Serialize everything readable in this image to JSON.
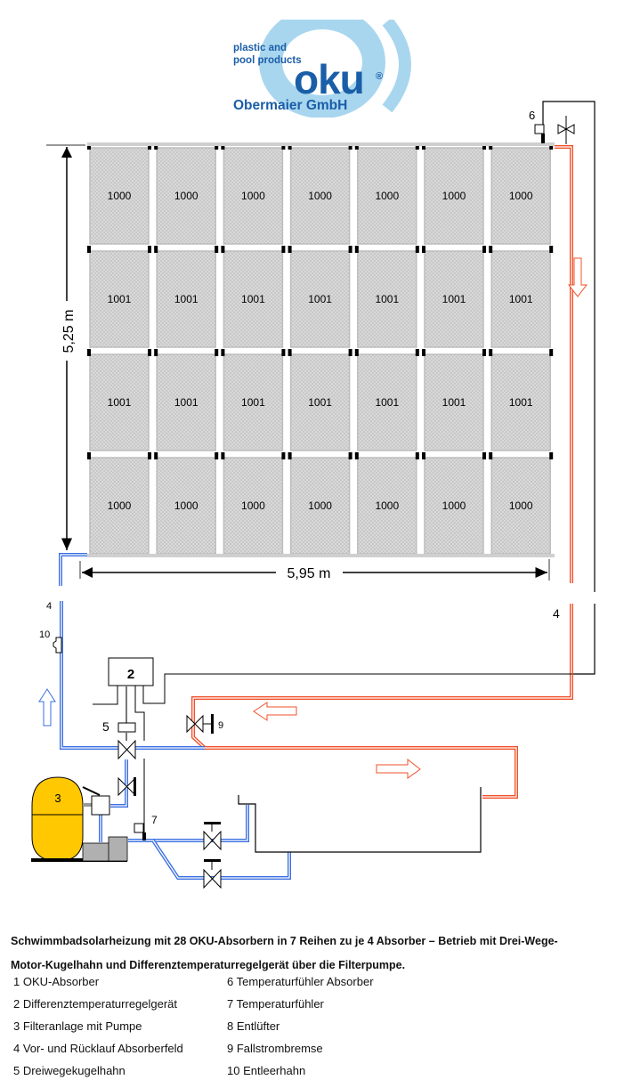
{
  "logo": {
    "tagline_line1": "plastic and",
    "tagline_line2": "pool products",
    "brand": "oku",
    "registered": "®",
    "company": "Obermaier GmbH"
  },
  "dimensions": {
    "height": "5,25 m",
    "width": "5,95 m"
  },
  "absorber_field": {
    "columns": 7,
    "rows": [
      [
        "1000",
        "1000",
        "1000",
        "1000",
        "1000",
        "1000",
        "1000"
      ],
      [
        "1001",
        "1001",
        "1001",
        "1001",
        "1001",
        "1001",
        "1001"
      ],
      [
        "1001",
        "1001",
        "1001",
        "1001",
        "1001",
        "1001",
        "1001"
      ],
      [
        "1000",
        "1000",
        "1000",
        "1000",
        "1000",
        "1000",
        "1000"
      ]
    ]
  },
  "callouts": {
    "sensor_absorber": "6",
    "flow_left": "4",
    "flow_right": "4",
    "drain_valve": "10",
    "controller": "2",
    "three_way_valve": "5",
    "downflow_brake": "9",
    "filter": "3",
    "temp_sensor": "7"
  },
  "colors": {
    "cold_pipe": "#3a6fe0",
    "hot_pipe": "#f0502a",
    "filter_tank": "#ffc800",
    "pump": "#b0b0b0",
    "panel": "#d8d8d8"
  },
  "caption": {
    "line1": "Schwimmbadsolarheizung mit 28 OKU-Absorbern in 7 Reihen zu je 4 Absorber – Betrieb mit Drei-Wege-",
    "line2": "Motor-Kugelhahn und Differenztemperaturregelgerät über die Filterpumpe."
  },
  "legend": {
    "left": [
      "1 OKU-Absorber",
      "2 Differenztemperaturregelgerät",
      "3 Filteranlage mit Pumpe",
      "4 Vor- und Rücklauf Absorberfeld",
      "5 Dreiwegekugelhahn"
    ],
    "right": [
      "6 Temperaturfühler Absorber",
      "7 Temperaturfühler",
      "8 Entlüfter",
      "9 Fallstrombremse",
      "10 Entleerhahn"
    ]
  }
}
